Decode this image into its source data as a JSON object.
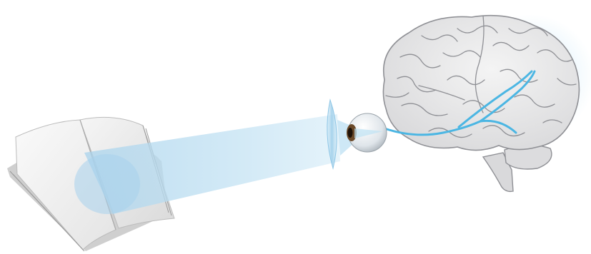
{
  "diagram": {
    "kind": "visual pathway illustration",
    "elements": [
      "open-book",
      "light-beam",
      "corrective-lens",
      "eyeball",
      "optic-nerve",
      "brain",
      "visual-cortex-glow"
    ],
    "colors": {
      "background": "#ffffff",
      "beam": "#b9dcef",
      "nerve": "#4bb6e3",
      "brain_fill": "#e6e6e6",
      "brain_fold": "#8f9095",
      "brain_glow": "#bfe3f5",
      "eye_white": "#eef2f5",
      "iris": "#6b4a2a",
      "book_page": "#f3f3f3",
      "book_edge": "#b3b3b3"
    }
  }
}
